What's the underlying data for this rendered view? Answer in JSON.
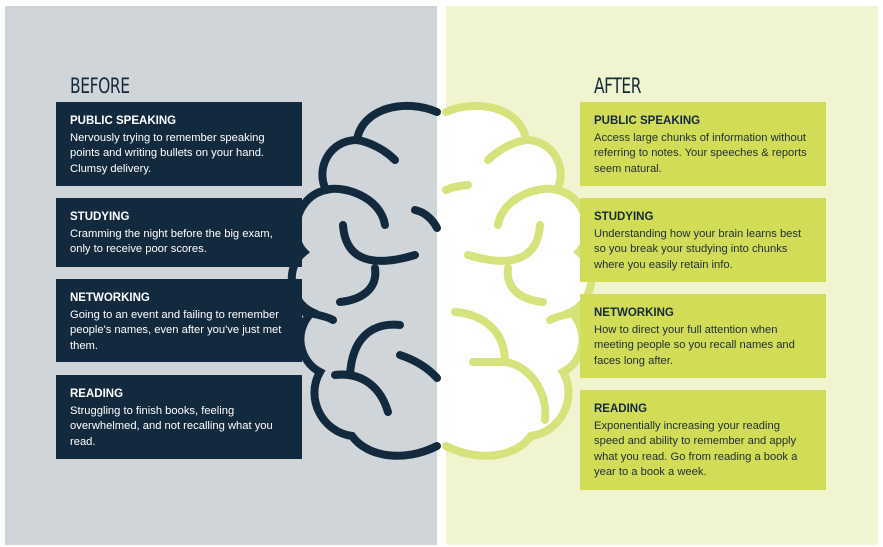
{
  "before": {
    "heading": "BEFORE",
    "items": [
      {
        "title": "PUBLIC SPEAKING",
        "text": "Nervously trying to remember speaking points and writing bullets on your hand. Clumsy delivery."
      },
      {
        "title": "STUDYING",
        "text": "Cramming the night before the big exam, only to receive poor scores."
      },
      {
        "title": "NETWORKING",
        "text": "Going to an event and failing to remember people's names, even after you've just met them."
      },
      {
        "title": "READING",
        "text": "Struggling to finish books, feeling overwhelmed, and not recalling what you read."
      }
    ]
  },
  "after": {
    "heading": "AFTER",
    "items": [
      {
        "title": "PUBLIC SPEAKING",
        "text": "Access large chunks of information without referring to notes. Your speeches & reports seem natural."
      },
      {
        "title": "STUDYING",
        "text": "Understanding how your brain learns best so you break your studying into chunks where you easily retain info."
      },
      {
        "title": "NETWORKING",
        "text": "How to direct your full attention when meeting people so you recall names and faces long after."
      },
      {
        "title": "READING",
        "text": "Exponentially increasing your reading speed and ability to remember and apply what you read. Go from reading a book a year to a book a week."
      }
    ]
  },
  "colors": {
    "navy": "#132a3e",
    "lime": "#d3dc57",
    "grey_bg": "#d0d5da",
    "cream_bg": "#f1f5cf"
  }
}
